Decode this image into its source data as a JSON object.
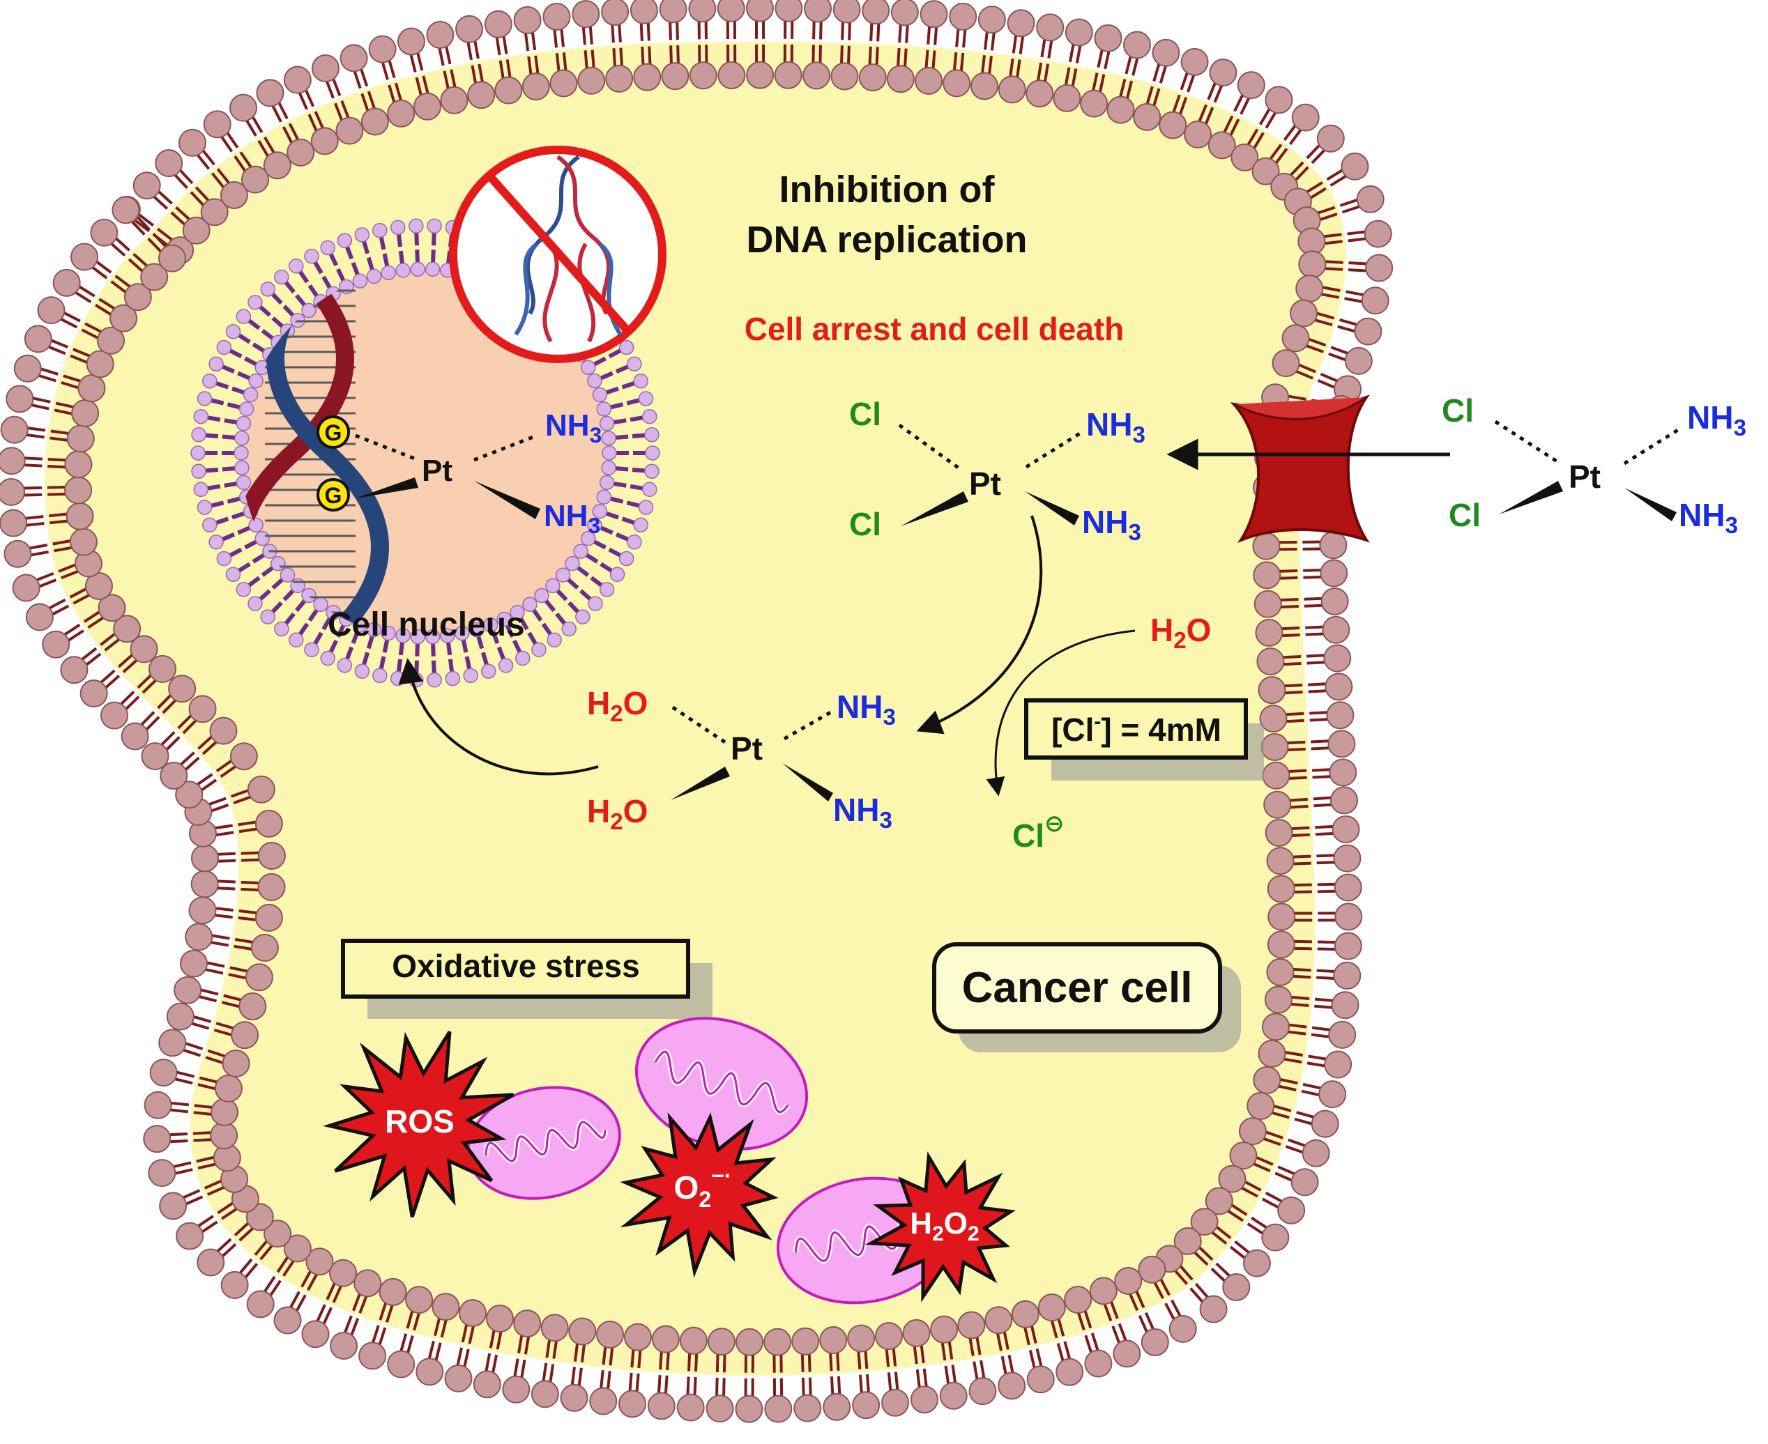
{
  "colors": {
    "cytoplasm": "#fbf6b0",
    "lipid_head": "#c99a9c",
    "lipid_tail": "#7a1c1e",
    "nucleus_head": "#d9b4e8",
    "nucleus_tail": "#6e2c8a",
    "nucleus_fill": "#f8cfb0",
    "channel": "#b31212",
    "ros_burst": "#e0161d",
    "mitochondria": "#f7a8f2",
    "no_sign": "#e31b1b"
  },
  "labels": {
    "inhibition_line1": "Inhibition of",
    "inhibition_line2": "DNA replication",
    "cell_arrest": "Cell arrest and cell death",
    "cell_nucleus": "Cell nucleus",
    "chloride_conc": "[Cl",
    "chloride_conc_sup": "-",
    "chloride_conc_rest": "] = 4mM",
    "oxidative_stress": "Oxidative stress",
    "cancer_cell": "Cancer cell",
    "water": "H",
    "water_sub": "2",
    "water_rest": "O",
    "chloride_ion": "Cl",
    "chloride_charge": "⊖"
  },
  "cisplatin_outside": {
    "cl1": "Cl",
    "cl2": "Cl",
    "pt": "Pt",
    "nh3_a": "NH",
    "nh3_b": "NH",
    "sub": "3"
  },
  "cisplatin_inside": {
    "cl1": "Cl",
    "cl2": "Cl",
    "pt": "Pt",
    "nh3_a": "NH",
    "nh3_b": "NH",
    "sub": "3"
  },
  "aquated": {
    "h2o_a": "H",
    "h2o_b": "H",
    "sub2": "2",
    "o": "O",
    "pt": "Pt",
    "nh3_a": "NH",
    "nh3_b": "NH",
    "sub3": "3"
  },
  "dna_adduct": {
    "g1": "G",
    "g2": "G",
    "pt": "Pt",
    "nh3_a": "NH",
    "nh3_b": "NH",
    "sub": "3"
  },
  "ros": {
    "ros": "ROS",
    "superoxide": "O",
    "superoxide_sub": "2",
    "superoxide_sup": "−·",
    "peroxide_h": "H",
    "peroxide_sub1": "2",
    "peroxide_o": "O",
    "peroxide_sub2": "2"
  }
}
